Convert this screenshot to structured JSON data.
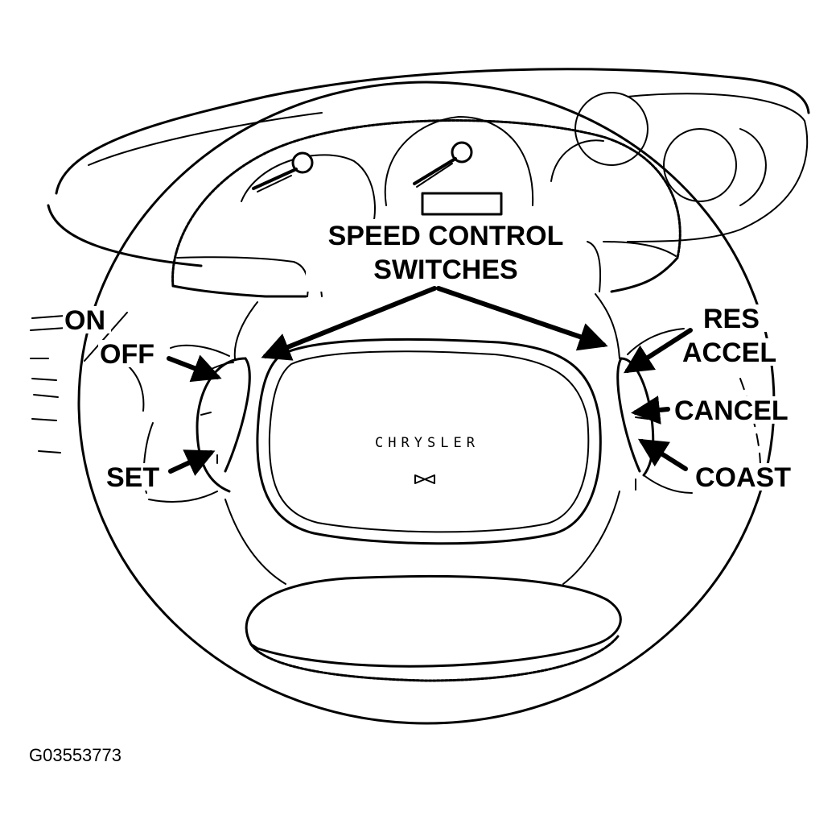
{
  "callouts": {
    "speed_control_line1": "SPEED CONTROL",
    "speed_control_line2": "SWITCHES",
    "on": "ON",
    "off": "OFF",
    "set": "SET",
    "res": "RES",
    "accel": "ACCEL",
    "cancel": "CANCEL",
    "coast": "COAST"
  },
  "brand_text": "CHRYSLER",
  "figure_id": "G03553773"
}
